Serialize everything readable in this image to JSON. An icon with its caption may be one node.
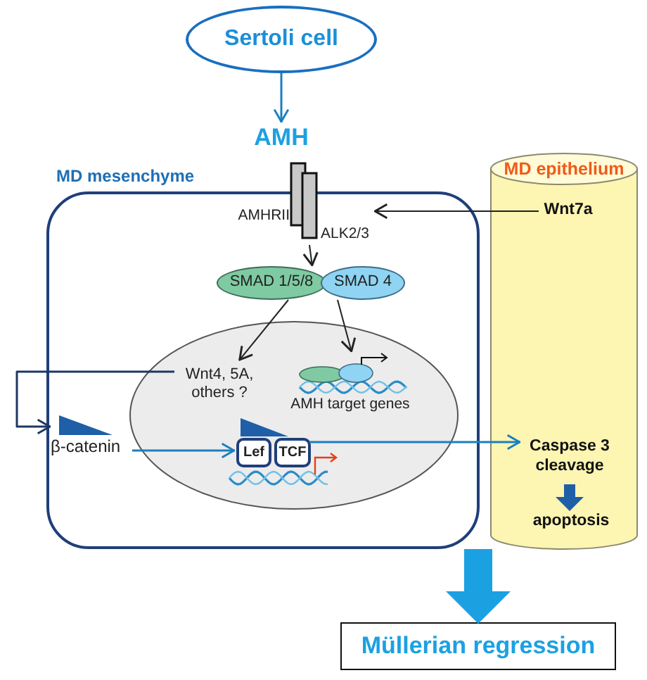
{
  "diagram": {
    "nodes": [
      {
        "text": [
          "Sertoli cell"
        ]
      },
      {
        "text": [
          "AMH"
        ]
      },
      {
        "text": [
          "MD mesenchyme"
        ]
      },
      {
        "text": [
          "AMHRII",
          "ALK2/3"
        ]
      },
      {
        "text": [
          "SMAD 1/5/8"
        ],
        "in": 2
      },
      {
        "text": [
          "SMAD 4"
        ],
        "in": 2
      },
      {
        "text": [],
        "shape": "circle",
        "in": 2
      },
      {
        "text": [
          "Wnt4, 5A, others ?"
        ],
        "in": 6
      },
      {
        "text": [
          "AMH target genes"
        ],
        "in": 6
      },
      {
        "text": [
          "β-catenin"
        ],
        "in": 2
      },
      {
        "text": [
          "Lef"
        ],
        "in": 6
      },
      {
        "text": [
          "TCF"
        ],
        "in": 6
      },
      {
        "text": [
          "MD epithelium"
        ]
      },
      {
        "text": [
          "Wnt7a"
        ],
        "in": 12
      },
      {
        "text": [
          "Caspase 3 cleavage"
        ],
        "in": 12
      },
      {
        "text": [
          "apoptosis"
        ],
        "in": 12
      },
      {
        "text": [
          "Müllerian regression"
        ]
      }
    ],
    "edges": [
      {
        "from": 0,
        "to": 1,
        "arrow": "to",
        "color": "#1a7fc0"
      },
      {
        "from": 13,
        "to": 3,
        "arrow": "to"
      },
      {
        "from": 3,
        "to": 4,
        "arrow": "to"
      },
      {
        "from": 4,
        "to": 7,
        "arrow": "to"
      },
      {
        "from": 5,
        "to": 8,
        "arrow": "to"
      },
      {
        "from": 7,
        "to": 9,
        "arrow": "to",
        "color": "#1f3864"
      },
      {
        "from": 9,
        "to": 10,
        "arrow": "to",
        "color": "#1a7fc0"
      },
      {
        "from": 11,
        "to": 14,
        "arrow": "to",
        "color": "#1a7fc0"
      },
      {
        "from": 14,
        "to": 15,
        "arrow": "to",
        "style": "thick",
        "color": "#1f5fa8"
      },
      {
        "from": 2,
        "to": 16,
        "arrow": "to",
        "style": "thick",
        "color": "#1ba1e2"
      }
    ]
  }
}
